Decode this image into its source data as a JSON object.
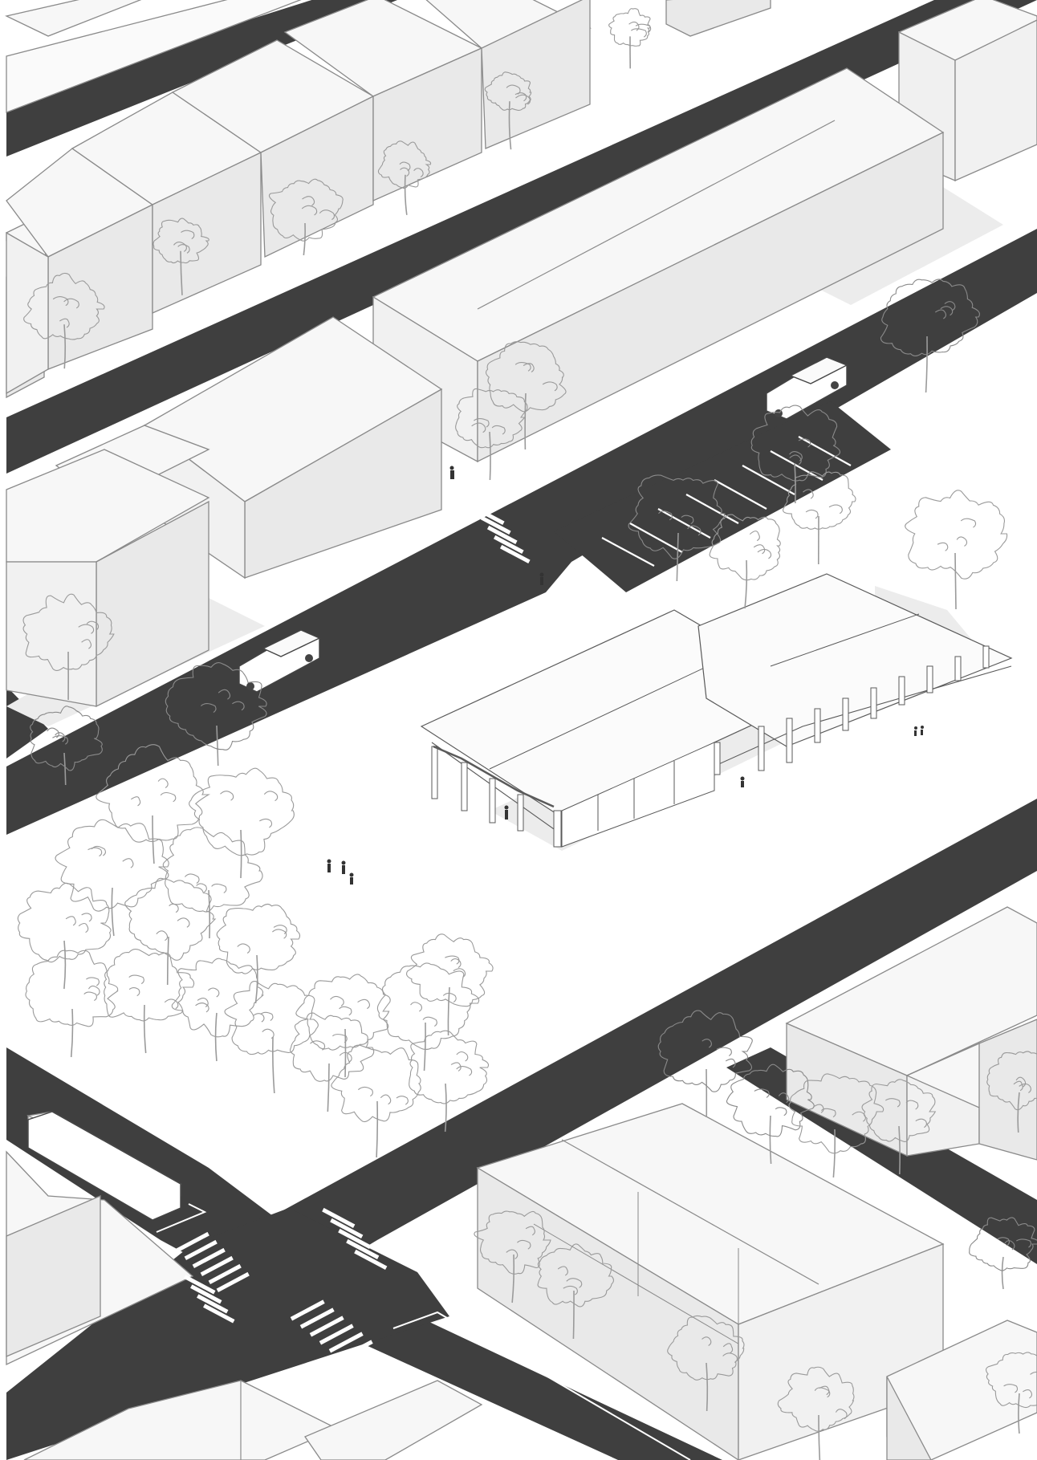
{
  "colors": {
    "road": "#3f3f3f",
    "building_top": "#f7f7f7",
    "building_side": "#e9e9e9",
    "tree_line": "#9a9a9a",
    "background": "#ffffff"
  },
  "scene": {
    "projection": "isometric",
    "elements": [
      "roads",
      "buildings",
      "pavilion",
      "trees",
      "cars",
      "crosswalks",
      "people",
      "parking-lot"
    ]
  }
}
